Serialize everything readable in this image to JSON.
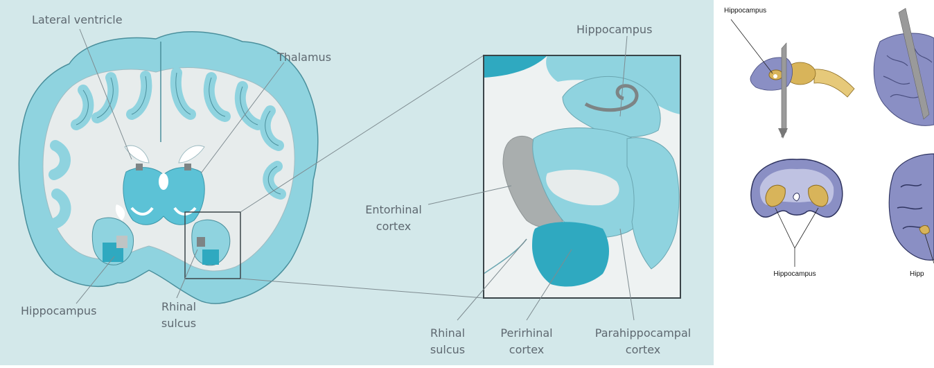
{
  "main_figure": {
    "labels": {
      "lateral_ventricle": "Lateral ventricle",
      "thalamus": "Thalamus",
      "hippocampus": "Hippocampus",
      "rhinal_sulcus_line1": "Rhinal",
      "rhinal_sulcus_line2": "sulcus",
      "inset_hippocampus": "Hippocampus",
      "entorhinal_line1": "Entorhinal",
      "entorhinal_line2": "cortex",
      "inset_rhinal_line1": "Rhinal",
      "inset_rhinal_line2": "sulcus",
      "perirhinal_line1": "Perirhinal",
      "perirhinal_line2": "cortex",
      "parahippocampal_line1": "Parahippocampal",
      "parahippocampal_line2": "cortex"
    },
    "colors": {
      "background": "#d3e8ea",
      "cortex": "#8fd3df",
      "white_matter": "#e7ecec",
      "dark_teal": "#2fa9c0",
      "gray_region": "#a9aeae",
      "label_text": "#5e6870"
    }
  },
  "side_figure": {
    "labels": {
      "top_hippocampus": "Hippocampus",
      "bottom_hippocampus": "Hippocampus",
      "bottom_right_cut": "Hipp"
    },
    "colors": {
      "brain": "#8a8fc4",
      "hippocampus": "#d8b45a"
    }
  }
}
